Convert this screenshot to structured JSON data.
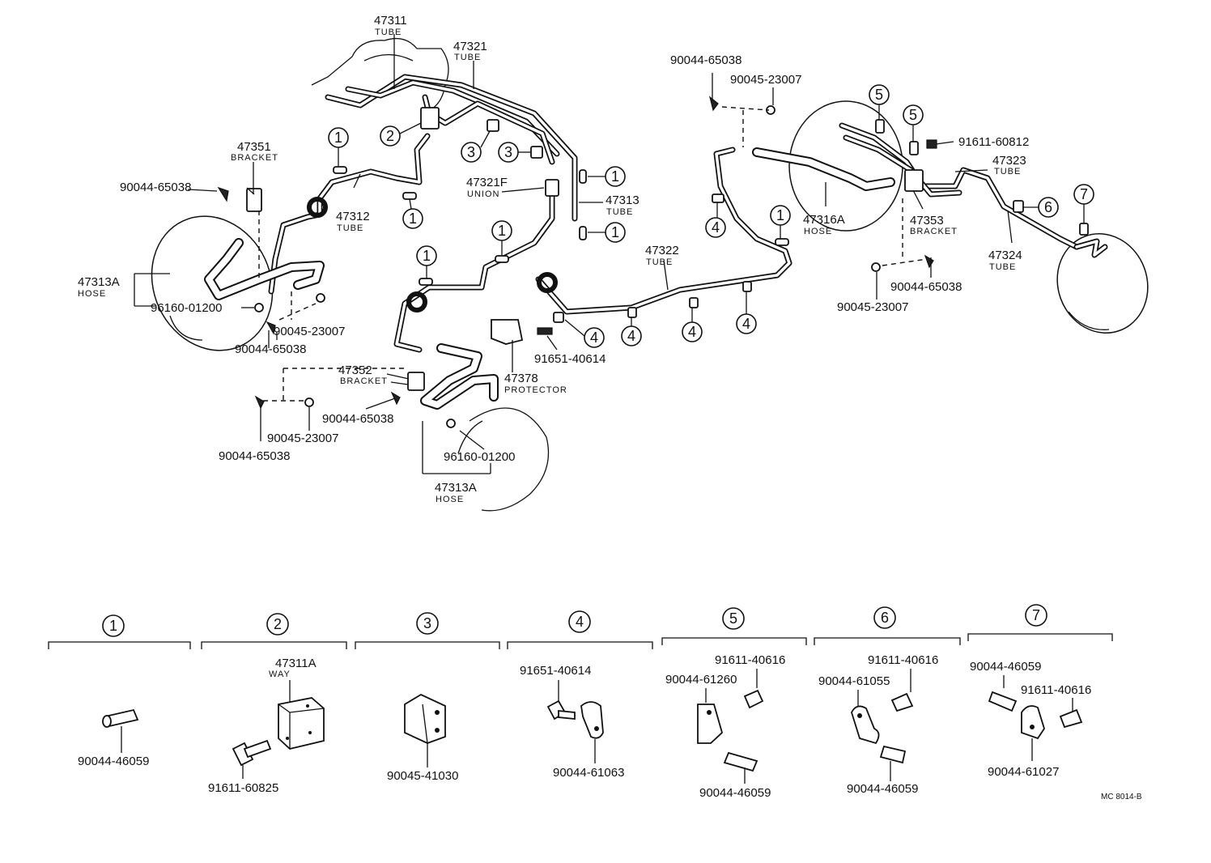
{
  "parts": {
    "p47311": {
      "num": "47311",
      "sub": "TUBE"
    },
    "p47321": {
      "num": "47321",
      "sub": "TUBE"
    },
    "p47351": {
      "num": "47351",
      "sub": "BRACKET"
    },
    "p47312": {
      "num": "47312",
      "sub": "TUBE"
    },
    "p47321f": {
      "num": "47321F",
      "sub": "UNION"
    },
    "p47313": {
      "num": "47313",
      "sub": "TUBE"
    },
    "p47313a_l": {
      "num": "47313A",
      "sub": "HOSE"
    },
    "p47352": {
      "num": "47352",
      "sub": "BRACKET"
    },
    "p47378": {
      "num": "47378",
      "sub": "PROTECTOR"
    },
    "p47313a_b": {
      "num": "47313A",
      "sub": "HOSE"
    },
    "p47322": {
      "num": "47322",
      "sub": "TUBE"
    },
    "p47316a": {
      "num": "47316A",
      "sub": "HOSE"
    },
    "p47353": {
      "num": "47353",
      "sub": "BRACKET"
    },
    "p47323": {
      "num": "47323",
      "sub": "TUBE"
    },
    "p47324": {
      "num": "47324",
      "sub": "TUBE"
    },
    "p47311a": {
      "num": "47311A",
      "sub": "WAY"
    }
  },
  "numbers": {
    "n90044_65038_a": "90044-65038",
    "n96160_01200_a": "96160-01200",
    "n90045_23007_a": "90045-23007",
    "n90044_65038_b": "90044-65038",
    "n91651_40614_a": "91651-40614",
    "n90044_65038_c": "90044-65038",
    "n90045_23007_b": "90045-23007",
    "n90044_65038_d": "90044-65038",
    "n96160_01200_b": "96160-01200",
    "n90044_65038_e": "90044-65038",
    "n90045_23007_c": "90045-23007",
    "n91611_60812": "91611-60812",
    "n90044_65038_f": "90044-65038",
    "n90045_23007_d": "90045-23007",
    "n90044_46059_1": "90044-46059",
    "n91611_60825": "91611-60825",
    "n90045_41030": "90045-41030",
    "n91651_40614_b": "91651-40614",
    "n90044_61063": "90044-61063",
    "n91611_40616_5": "91611-40616",
    "n90044_61260": "90044-61260",
    "n90044_46059_5": "90044-46059",
    "n91611_40616_6": "91611-40616",
    "n90044_61055": "90044-61055",
    "n90044_46059_6": "90044-46059",
    "n90044_46059_7": "90044-46059",
    "n91611_40616_7": "91611-40616",
    "n90044_61027": "90044-61027",
    "mc": "MC 8014-B"
  },
  "callouts": {
    "c1": "1",
    "c2": "2",
    "c3": "3",
    "c4": "4",
    "c5": "5",
    "c6": "6",
    "c7": "7"
  },
  "legend": {
    "g1": "1",
    "g2": "2",
    "g3": "3",
    "g4": "4",
    "g5": "5",
    "g6": "6",
    "g7": "7"
  }
}
